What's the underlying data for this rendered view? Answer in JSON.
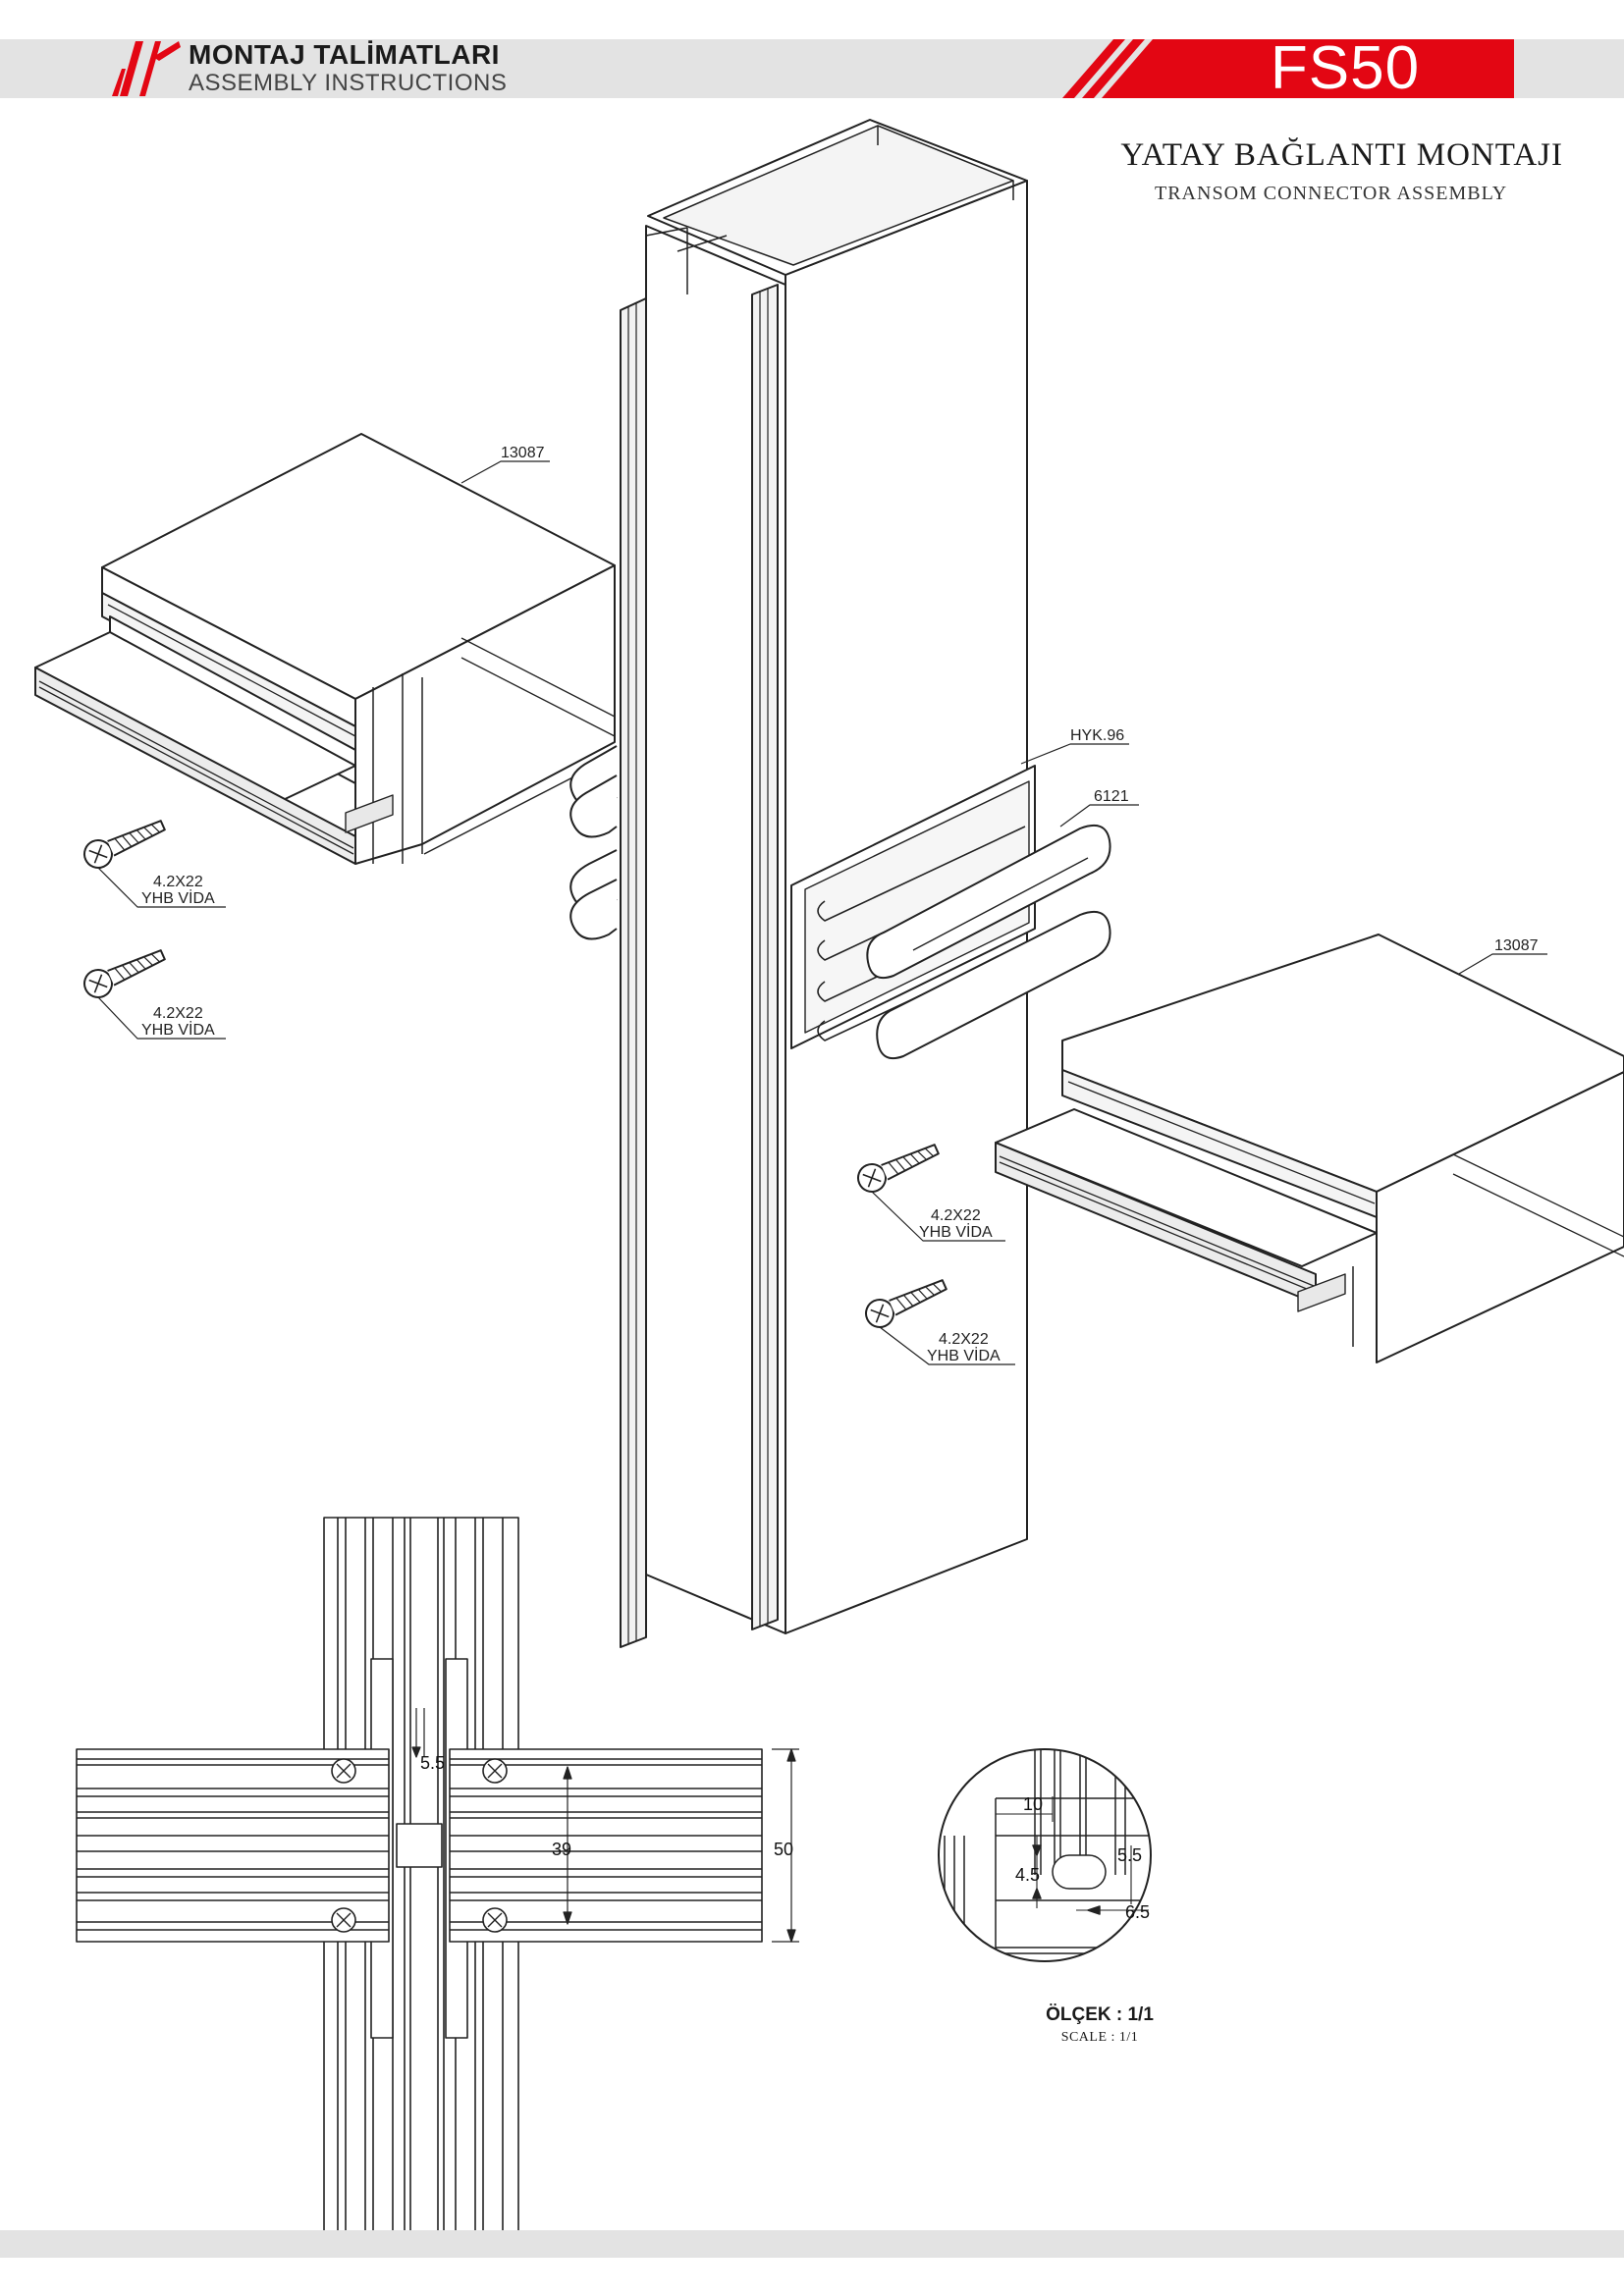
{
  "header": {
    "title_tr": "MONTAJ TALİMATLARI",
    "title_en": "ASSEMBLY INSTRUCTIONS",
    "model": "FS50",
    "brand_color": "#e30613"
  },
  "section": {
    "title_tr": "YATAY BAĞLANTI MONTAJI",
    "title_en": "TRANSOM CONNECTOR ASSEMBLY"
  },
  "parts": {
    "transom_left": "13087",
    "transom_right": "13087",
    "connector": "HYK.96",
    "gasket": "6121",
    "screw_size": "4.2X22",
    "screw_name": "YHB VİDA"
  },
  "dimensions": {
    "gap": "5.5",
    "inner": "39",
    "outer": "50"
  },
  "detail": {
    "d10": "10",
    "d55": "5.5",
    "d45": "4.5",
    "d65": "6.5",
    "scale_tr": "ÖLÇEK : 1/1",
    "scale_en": "SCALE : 1/1"
  }
}
